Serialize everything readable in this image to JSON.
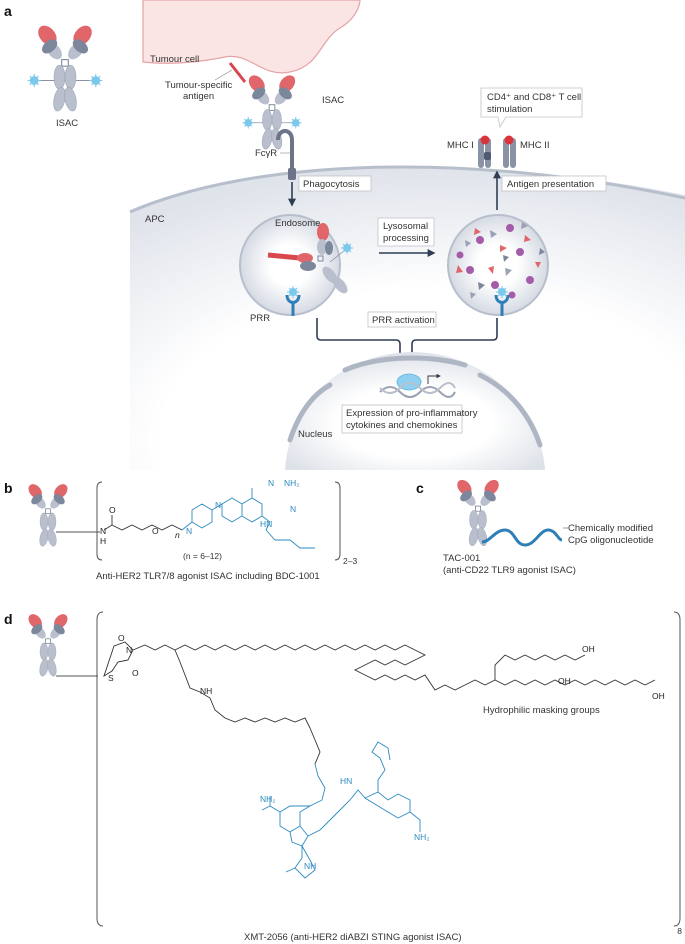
{
  "figure": {
    "panels": {
      "a": {
        "label": "a",
        "isac_caption": "ISAC",
        "tumour_cell": "Tumour cell",
        "tumour_antigen": "Tumour-specific\nantigen",
        "tumour_antigen_line1": "Tumour-specific",
        "tumour_antigen_line2": "antigen",
        "isac_label": "ISAC",
        "fcgr": "FcγR",
        "phagocytosis": "Phagocytosis",
        "apc": "APC",
        "endosome": "Endosome",
        "lysosomal_line1": "Lysosomal",
        "lysosomal_line2": "processing",
        "prr": "PRR",
        "prr_activation": "PRR activation",
        "mhc1": "MHC I",
        "mhc2": "MHC II",
        "tcell_line1": "CD4⁺ and CD8⁺ T cell",
        "tcell_line2": "stimulation",
        "antigen_presentation": "Antigen presentation",
        "expression_line1": "Expression of pro-inflammatory",
        "expression_line2": "cytokines and chemokines",
        "nucleus": "Nucleus"
      },
      "b": {
        "label": "b",
        "n_range": "(n = 6–12)",
        "subscript_n": "n",
        "multiplicity": "2–3",
        "caption": "Anti-HER2 TLR7/8 agonist ISAC including BDC-1001",
        "atoms": {
          "O": "O",
          "NH": "N",
          "H": "H",
          "N": "N",
          "NH2": "NH₂",
          "HN": "HN"
        }
      },
      "c": {
        "label": "c",
        "oligo_line1": "Chemically modified",
        "oligo_line2": "CpG oligonucleotide",
        "caption_line1": "TAC-001",
        "caption_line2": "(anti-CD22 TLR9 agonist ISAC)"
      },
      "d": {
        "label": "d",
        "masking": "Hydrophilic masking groups",
        "multiplicity": "8",
        "caption": "XMT-2056 (anti-HER2 diABZI STING agonist ISAC)",
        "atoms": {
          "S": "S",
          "N": "N",
          "O": "O",
          "NH": "NH",
          "H": "H",
          "OH": "OH",
          "NH2": "NH₂",
          "HN": "HN"
        }
      }
    },
    "colors": {
      "antibody_light": "#b9bfcc",
      "antibody_dark": "#7d879b",
      "antibody_red": "#e0666a",
      "agonist_blue": "#7cc7ec",
      "chem_blue": "#2e8bc0",
      "tumour_fill": "#fbe4e4",
      "tumour_stroke": "#e4a3a6",
      "apc_fill": "#eef0f4",
      "membrane": "#b8bfcc",
      "arrow": "#2f3e55"
    }
  }
}
